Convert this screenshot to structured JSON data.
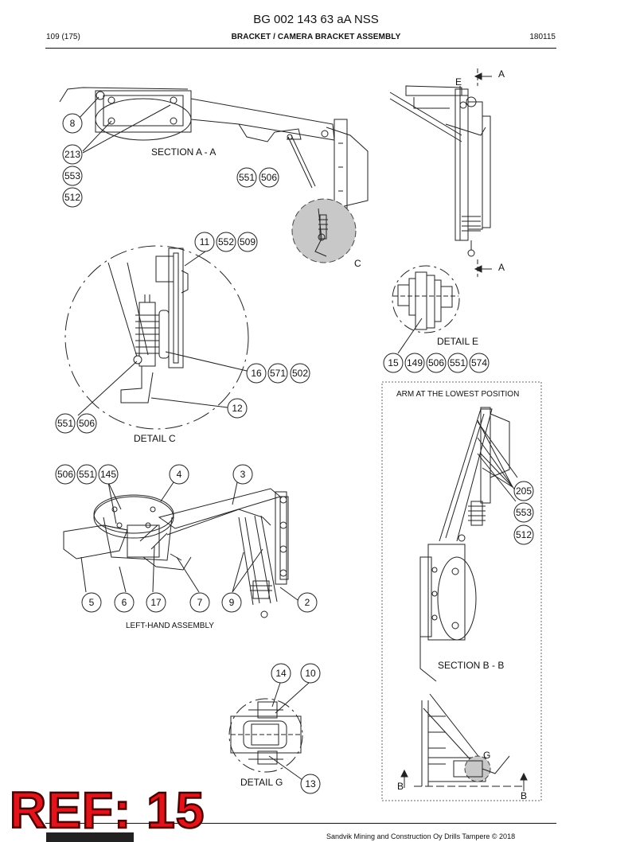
{
  "header": {
    "doc_id": "BG 002 143 63 aA NSS",
    "page": "109 (175)",
    "subtitle": "BRACKET / CAMERA BRACKET ASSEMBLY",
    "date_code": "180115"
  },
  "views": {
    "section_aa": "SECTION A - A",
    "detail_c": "DETAIL C",
    "detail_e": "DETAIL E",
    "left_hand_assembly": "LEFT-HAND ASSEMBLY",
    "arm_lowest": "ARM AT THE LOWEST POSITION",
    "section_bb": "SECTION B - B",
    "detail_g": "DETAIL G"
  },
  "section_markers": {
    "a_top": "A",
    "a_bottom": "A",
    "e": "E",
    "c": "C",
    "g": "G",
    "b_left": "B",
    "b_right": "B"
  },
  "balloons": {
    "b8": "8",
    "b213": "213",
    "b553a": "553",
    "b512a": "512",
    "b551a": "551",
    "b506a": "506",
    "b11": "11",
    "b552": "552",
    "b509": "509",
    "b16": "16",
    "b571": "571",
    "b502": "502",
    "b12": "12",
    "b551b": "551",
    "b506b": "506",
    "b15": "15",
    "b149": "149",
    "b506c": "506",
    "b551c": "551",
    "b574": "574",
    "b205": "205",
    "b553b": "553",
    "b512b": "512",
    "b506d": "506",
    "b551d": "551",
    "b145": "145",
    "b4": "4",
    "b3": "3",
    "b5": "5",
    "b6": "6",
    "b17": "17",
    "b7": "7",
    "b9": "9",
    "b2": "2",
    "b14": "14",
    "b10": "10",
    "b13": "13"
  },
  "footer": {
    "copyright": "Sandvik Mining and Construction Oy Drills Tampere © 2018"
  },
  "stamp": {
    "ref": "REF: 15"
  },
  "colors": {
    "stamp_red": "#e0141a",
    "detail_highlight": "#c8c8c8",
    "line": "#222222"
  }
}
